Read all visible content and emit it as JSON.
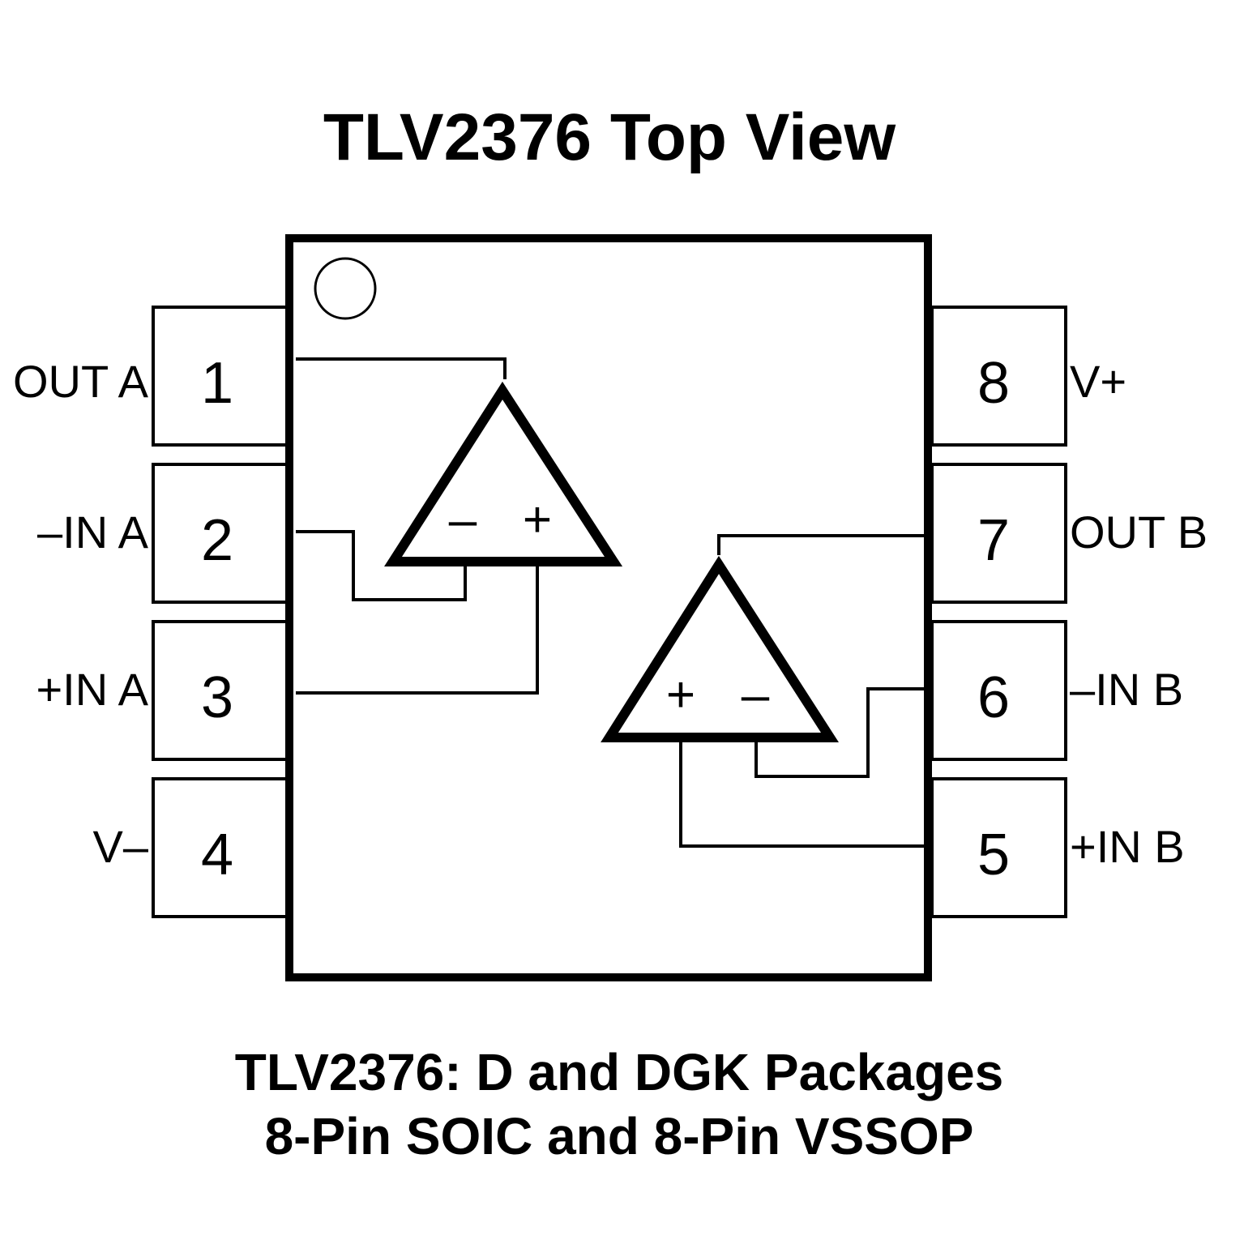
{
  "title": "TLV2376 Top View",
  "footer": {
    "line1": "TLV2376: D and DGK Packages",
    "line2": "8-Pin SOIC and 8-Pin VSSOP"
  },
  "pins_left": [
    {
      "number": "1",
      "label": "OUT A"
    },
    {
      "number": "2",
      "label": "–IN A"
    },
    {
      "number": "3",
      "label": "+IN A"
    },
    {
      "number": "4",
      "label": "V–"
    }
  ],
  "pins_right": [
    {
      "number": "8",
      "label": "V+"
    },
    {
      "number": "7",
      "label": "OUT B"
    },
    {
      "number": "6",
      "label": "–IN B"
    },
    {
      "number": "5",
      "label": "+IN B"
    }
  ],
  "opamp_a": {
    "minus": "–",
    "plus": "+"
  },
  "opamp_b": {
    "minus": "–",
    "plus": "+"
  }
}
